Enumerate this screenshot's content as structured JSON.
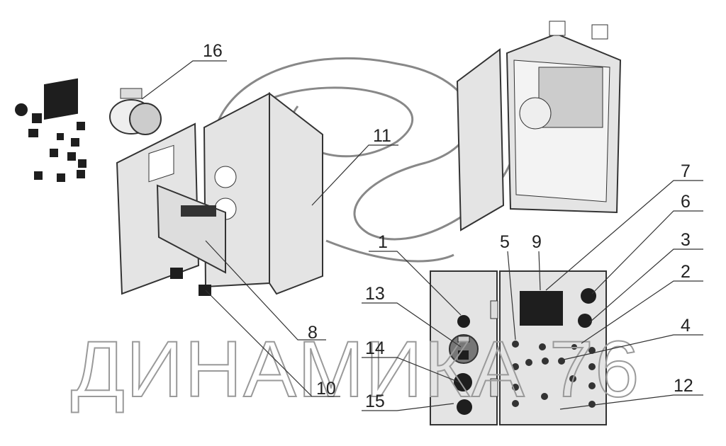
{
  "watermark": "ДИНАМИКА 76",
  "callouts": {
    "c1": "1",
    "c2": "2",
    "c3": "3",
    "c4": "4",
    "c5": "5",
    "c6": "6",
    "c7": "7",
    "c8": "8",
    "c9": "9",
    "c10": "10",
    "c11": "11",
    "c12": "12",
    "c13": "13",
    "c14": "14",
    "c15": "15",
    "c16": "16"
  }
}
